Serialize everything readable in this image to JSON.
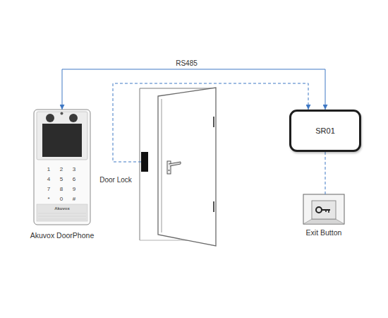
{
  "diagram": {
    "nodes": [
      {
        "text": [
          "Akuvox DoorPhone"
        ]
      },
      {
        "text": [
          "Door Lock"
        ]
      },
      {
        "text": [
          "SR01"
        ]
      },
      {
        "text": [
          "Exit Button"
        ]
      }
    ],
    "edges": [
      {
        "from": 2,
        "to": 0,
        "arrow": "both",
        "label": "RS485"
      },
      {
        "from": 1,
        "to": 2,
        "arrow": "to"
      },
      {
        "from": 2,
        "to": 3,
        "arrow": "none"
      }
    ],
    "labels": [
      "1",
      "2",
      "3",
      "4",
      "5",
      "6",
      "7",
      "8",
      "9",
      "*",
      "0",
      "#",
      "Akuvox"
    ]
  }
}
